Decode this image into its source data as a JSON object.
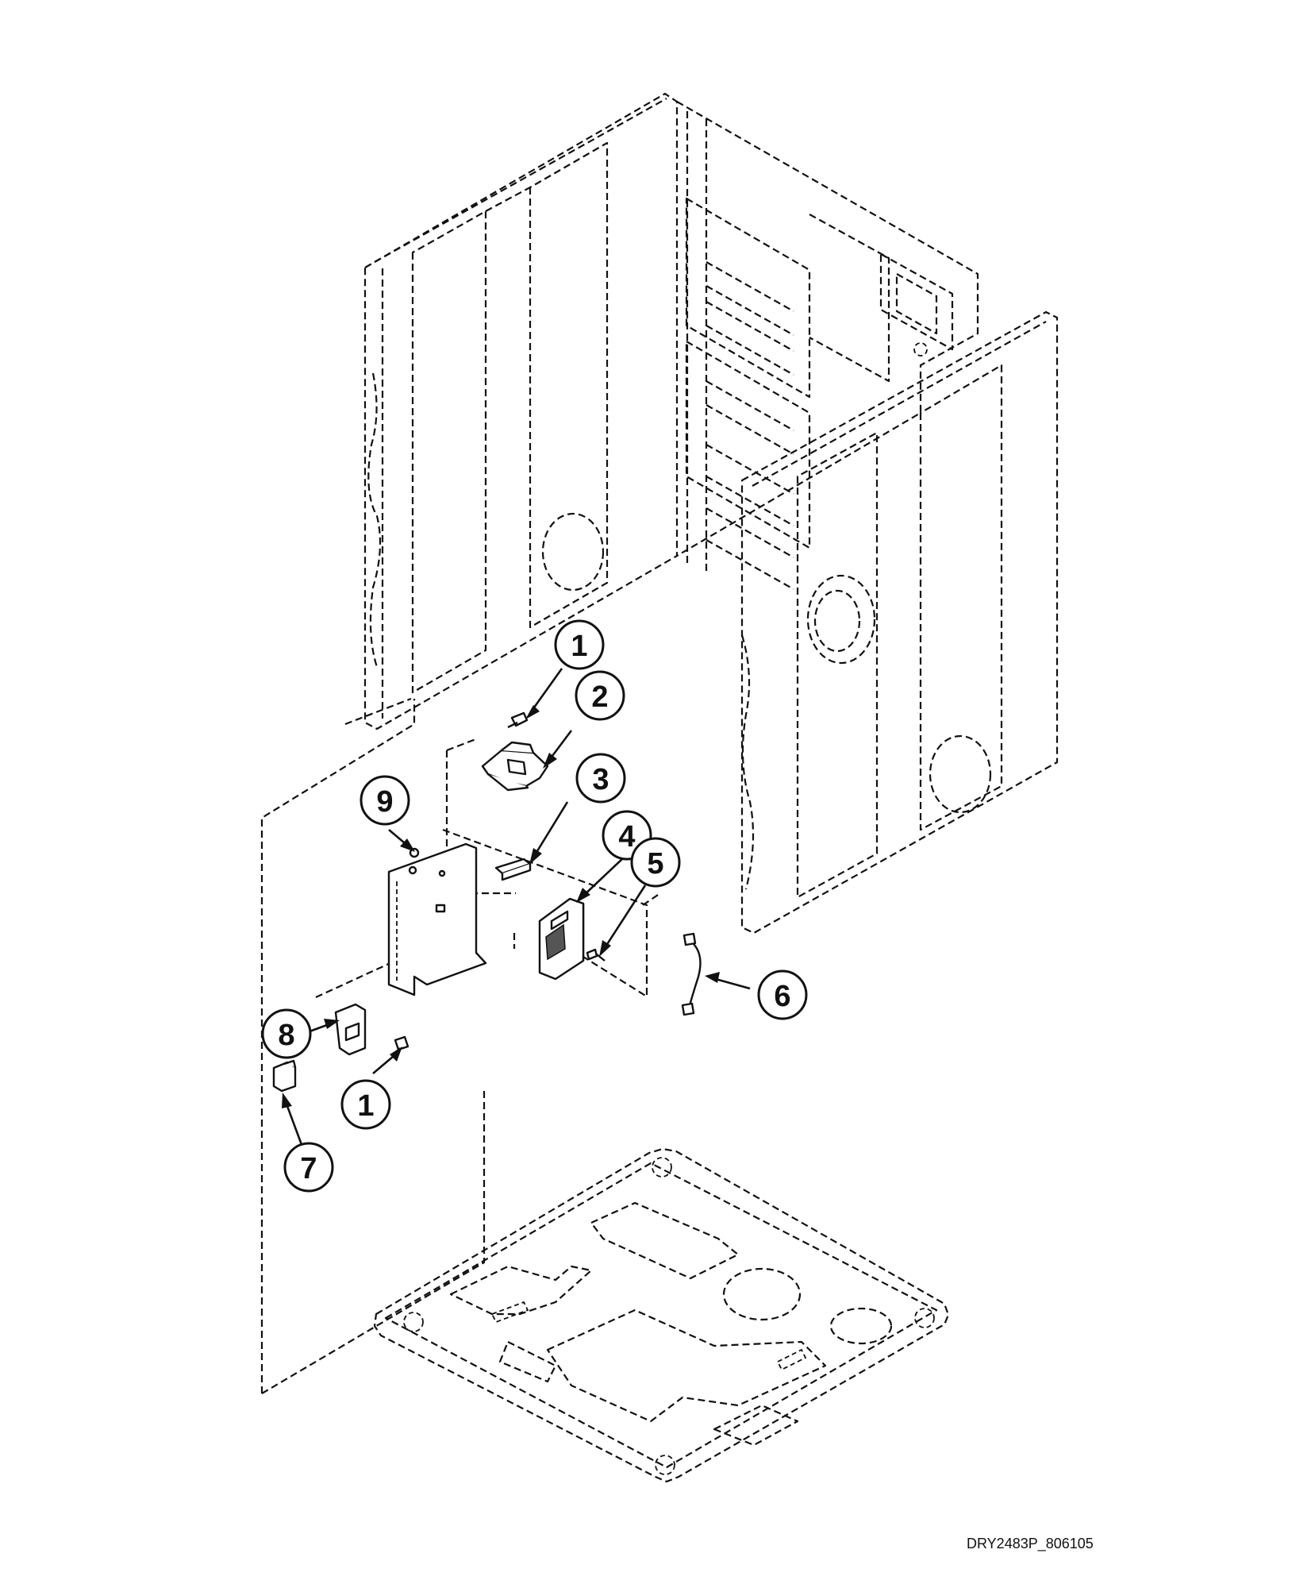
{
  "diagram": {
    "drawing_id": "DRY2483P_806105",
    "callouts": [
      {
        "label": "1"
      },
      {
        "label": "2"
      },
      {
        "label": "3"
      },
      {
        "label": "4"
      },
      {
        "label": "5"
      },
      {
        "label": "6"
      },
      {
        "label": "8"
      },
      {
        "label": "1"
      },
      {
        "label": "7"
      },
      {
        "label": "9"
      }
    ]
  }
}
